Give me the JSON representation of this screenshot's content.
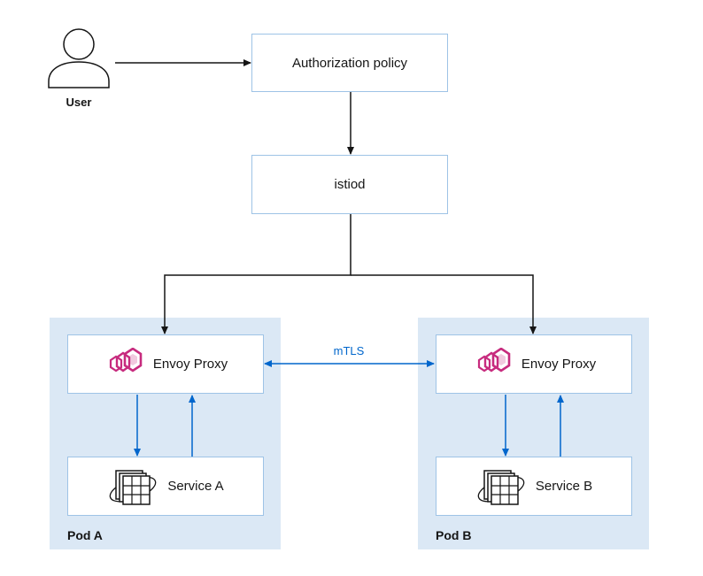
{
  "user": {
    "label": "User"
  },
  "nodes": {
    "auth_policy": "Authorization policy",
    "istiod": "istiod"
  },
  "connection": {
    "label": "mTLS"
  },
  "pods": [
    {
      "label": "Pod A",
      "proxy": "Envoy Proxy",
      "service": "Service A"
    },
    {
      "label": "Pod B",
      "proxy": "Envoy Proxy",
      "service": "Service B"
    }
  ],
  "colors": {
    "pod_bg": "#dbe8f5",
    "box_border": "#9ec3e6",
    "blue_arrow": "#0066cc",
    "black_arrow": "#151515",
    "envoy_pink": "#c72b7e"
  },
  "icons": {
    "user": "user-icon",
    "envoy": "envoy-hexagon-icon",
    "service": "service-grid-icon"
  }
}
